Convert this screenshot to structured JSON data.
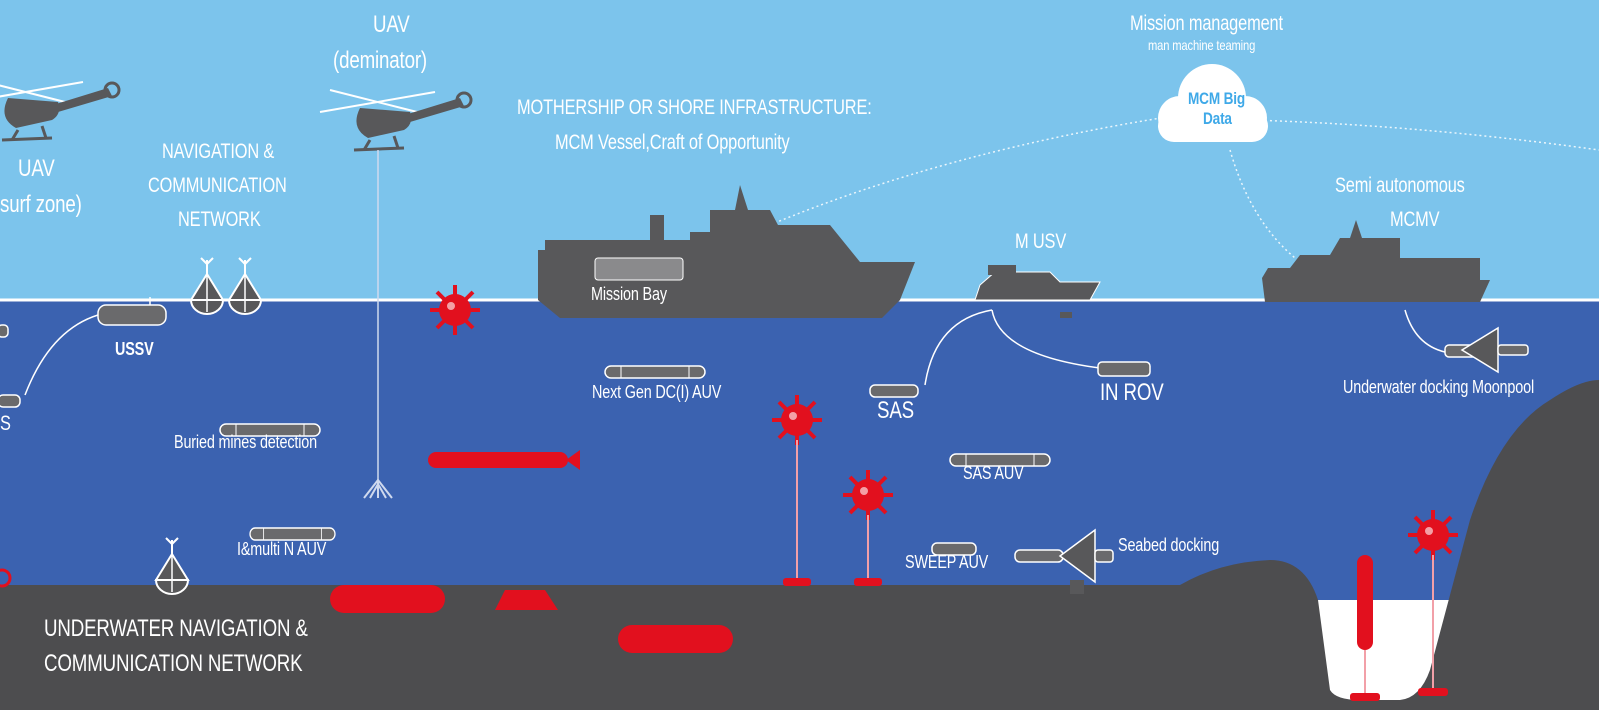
{
  "colors": {
    "sky": "#7cc4ec",
    "sea": "#3b62b0",
    "seabed": "#4d4d4f",
    "vessel": "#58585a",
    "mine_red": "#e2101e",
    "text": "#ffffff"
  },
  "labels": {
    "uav_surf": "UAV",
    "uav_surf_sub": "surf zone)",
    "uav_deminator": "UAV",
    "uav_deminator_sub": "(deminator)",
    "nav_comm_line1": "NAVIGATION &",
    "nav_comm_line2": "COMMUNICATION",
    "nav_comm_line3": "NETWORK",
    "mothership_line1": "MOTHERSHIP OR SHORE INFRASTRUCTURE:",
    "mothership_line2": "MCM Vessel,Craft of Opportunity",
    "mission_bay": "Mission Bay",
    "mission_mgmt": "Mission management",
    "man_machine": "man machine teaming",
    "mcm_big": "MCM Big",
    "data": "Data",
    "semi_auto_line1": "Semi autonomous",
    "semi_auto_line2": "MCMV",
    "m_usv": "M USV",
    "ussv": "USSV",
    "sas_left": "S",
    "next_gen": "Next Gen DC(I) AUV",
    "buried": "Buried mines detection",
    "sas": "SAS",
    "in_rov": "IN ROV",
    "underwater_docking": "Underwater docking Moonpool",
    "sas_auv": "SAS AUV",
    "imulti": "I&multi N AUV",
    "sweep_auv": "SWEEP AUV",
    "seabed_docking": "Seabed docking",
    "uw_nav_line1": "UNDERWATER NAVIGATION &",
    "uw_nav_line2": "COMMUNICATION NETWORK"
  },
  "icons": [
    "helicopter-icon",
    "buoy-icon",
    "naval-mine-icon",
    "ship-icon",
    "cloud-icon",
    "auv-icon",
    "torpedo-icon",
    "docking-station-icon"
  ]
}
